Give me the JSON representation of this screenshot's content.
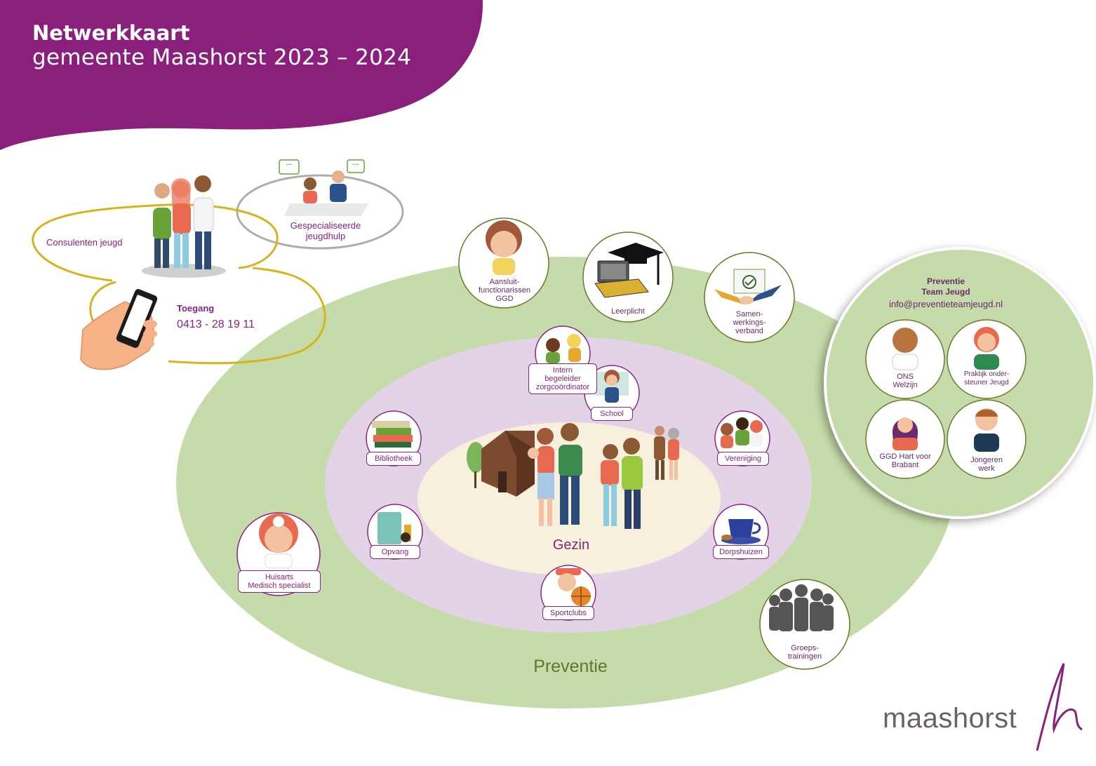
{
  "header": {
    "title_bold": "Netwerkkaart",
    "title_sub": "gemeente Maashorst 2023 – 2024"
  },
  "colors": {
    "purple": "#8a1f7c",
    "outer_green": "#c6dbaa",
    "middle_lilac": "#e3d3e6",
    "inner_cream": "#f7f0dc",
    "accent_yellow": "#d8b21f",
    "gray_bubble": "#b3aca7",
    "label_border": "#8a2283",
    "green_text": "#5d7a2c"
  },
  "top_left": {
    "consulenten": "Consulenten jeugd",
    "gespecialiseerde": "Gespecialiseerde\njeugdhulp",
    "toegang_title": "Toegang",
    "toegang_phone": "0413  -  28 19 11"
  },
  "rings": {
    "inner": "Gezin",
    "outer": "Preventie"
  },
  "outer_nodes": {
    "aansluit": "Aansluit-\nfunctionarissen\nGGD",
    "leerplicht": "Leerplicht",
    "samenwerking": "Samen-\nwerkings-\nverband",
    "huisarts": "Huisarts\nMedisch specialist",
    "groeps": "Groeps-\ntrainingen"
  },
  "inner_nodes": {
    "intern": "Intern\nbegeleider\nzorgcoördinator",
    "school": "School",
    "bibliotheek": "Bibliotheek",
    "vereniging": "Vereniging",
    "opvang": "Opvang",
    "dorpshuizen": "Dorpshuizen",
    "sportclubs": "Sportclubs"
  },
  "preventie_team": {
    "title": "Preventie\nTeam Jeugd",
    "email": "info@preventieteamjeugd.nl",
    "members": [
      {
        "label": "ONS\nWelzijn"
      },
      {
        "label": "Praktijk onder-\nsteuner Jeugd"
      },
      {
        "label": "GGD Hart voor\nBrabant"
      },
      {
        "label": "Jongeren\nwerk"
      }
    ]
  },
  "logo": {
    "text": "maashorst"
  },
  "speech_dots": "..."
}
